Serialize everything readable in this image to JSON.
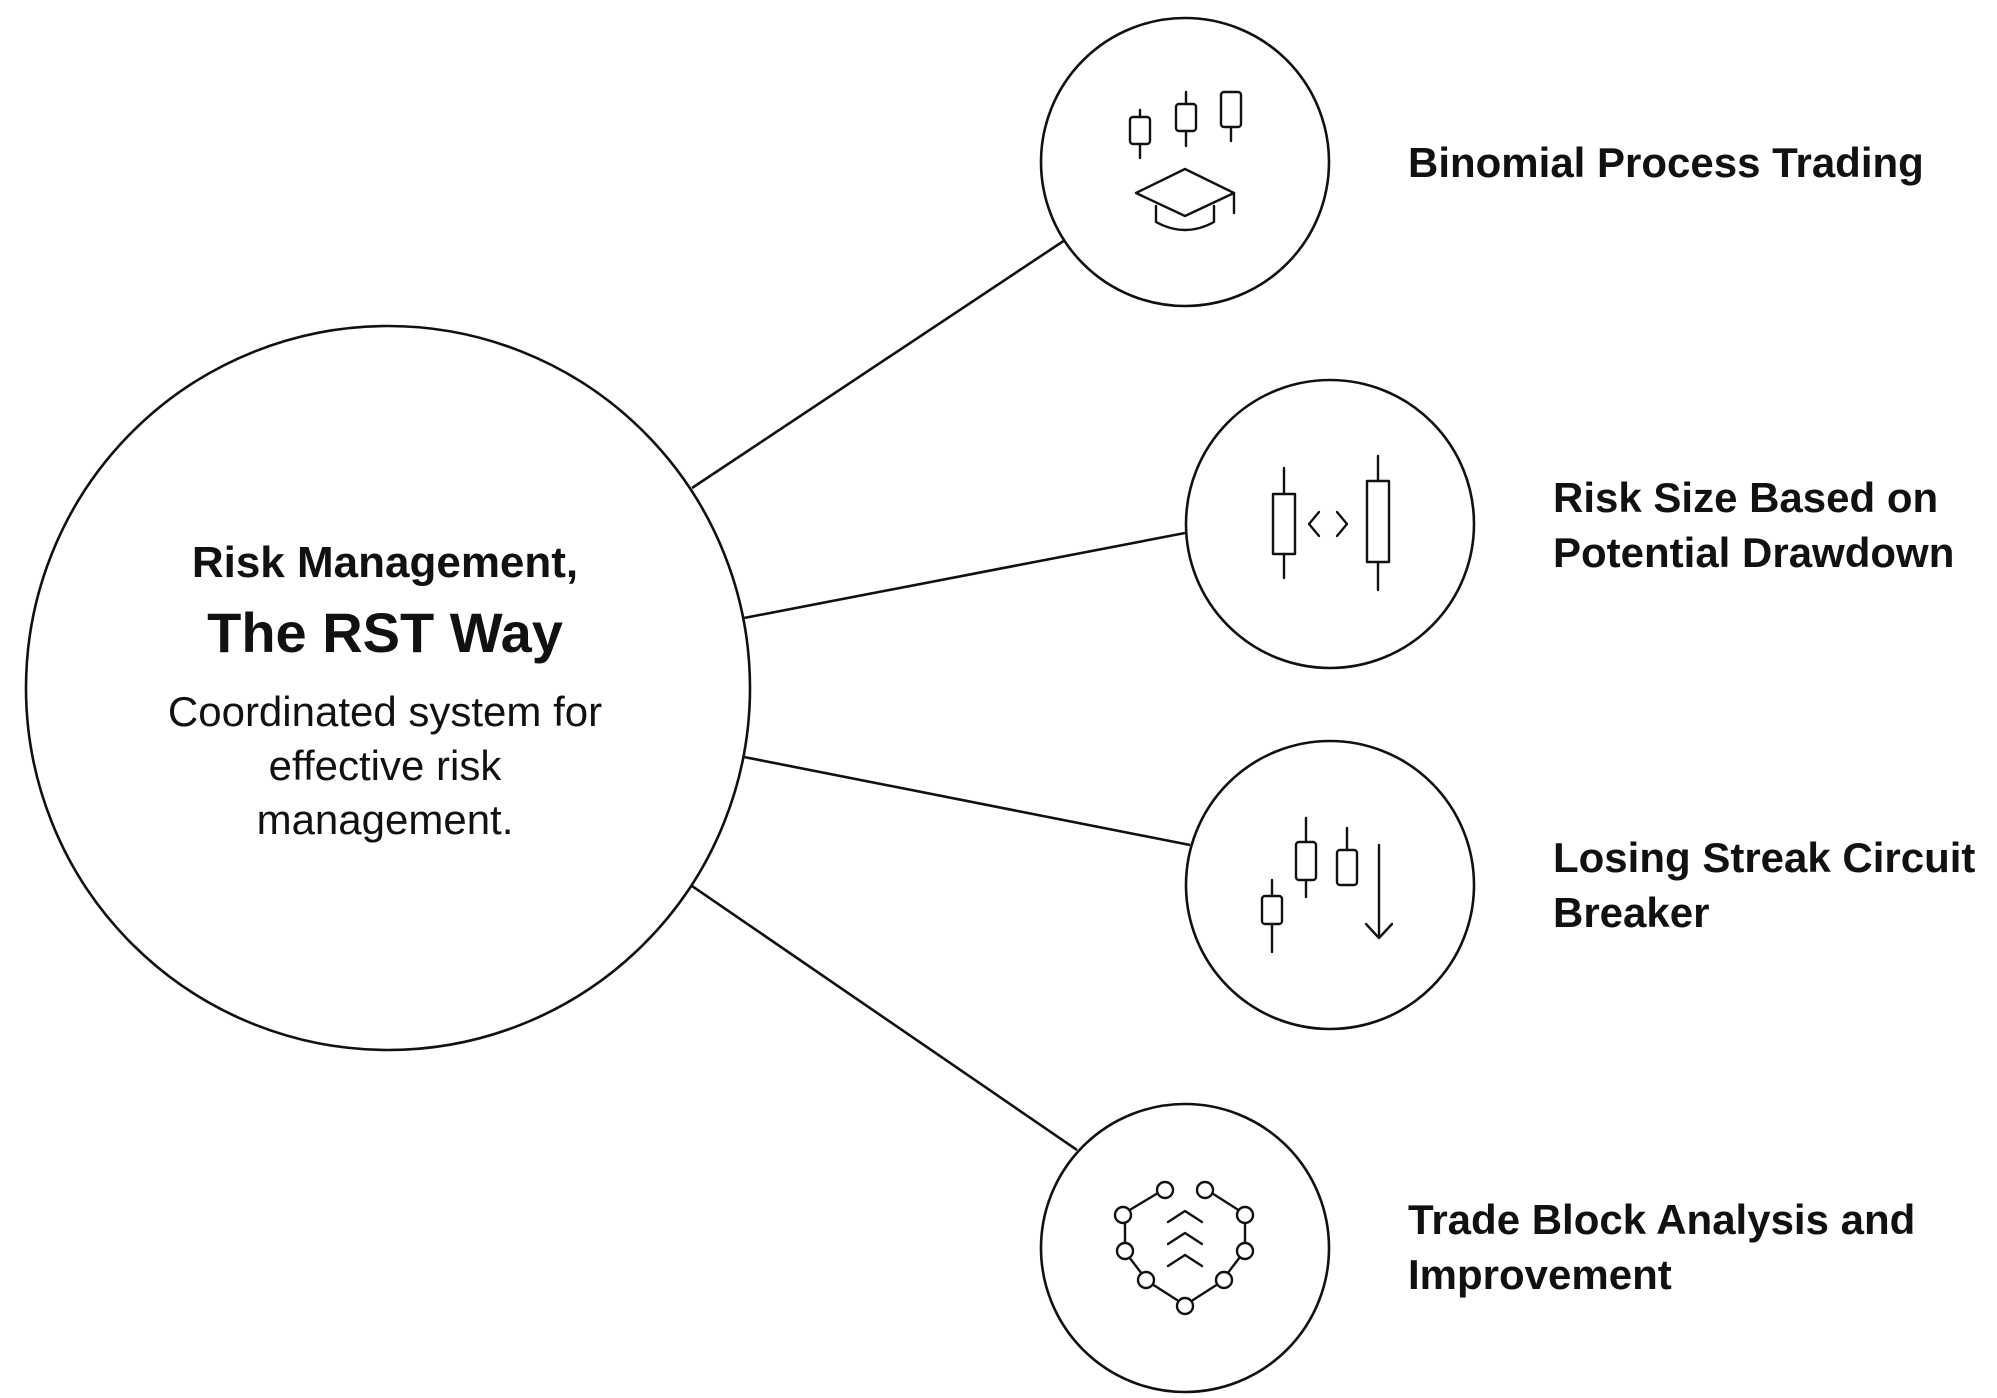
{
  "hub": {
    "line1": "Risk Management,",
    "line2": "The RST Way",
    "description": "Coordinated system for effective risk management."
  },
  "nodes": [
    {
      "lines": [
        "Binomial Process Trading"
      ],
      "icon": "candlestick-graduation-cap-icon"
    },
    {
      "lines": [
        "Risk Size Based on",
        "Potential Drawdown"
      ],
      "icon": "candlestick-compare-icon"
    },
    {
      "lines": [
        "Losing Streak Circuit",
        "Breaker"
      ],
      "icon": "candlestick-down-arrow-icon"
    },
    {
      "lines": [
        "Trade Block Analysis and",
        "Improvement"
      ],
      "icon": "hexagon-network-chevrons-icon"
    }
  ],
  "colors": {
    "stroke": "#111111",
    "background": "#ffffff",
    "text": "#111111"
  }
}
